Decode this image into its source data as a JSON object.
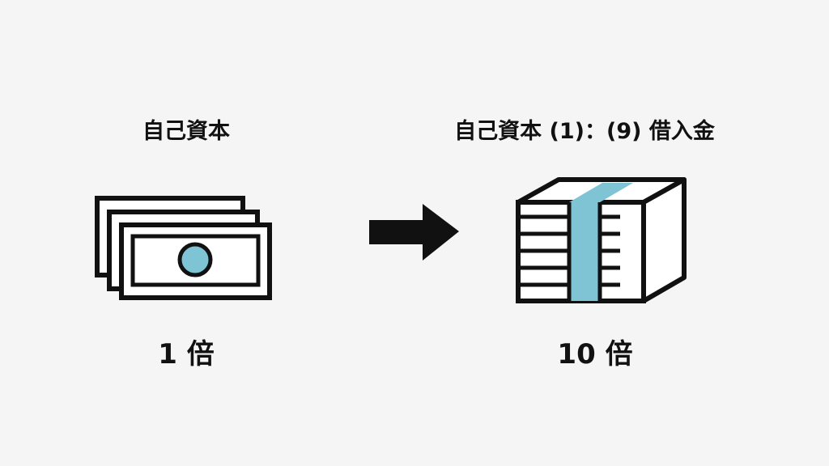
{
  "left": {
    "title": "自己資本",
    "multiplier": "1 倍"
  },
  "right": {
    "title": "自己資本 (1)：(9) 借入金",
    "multiplier": "10 倍"
  },
  "colors": {
    "background": "#f5f5f5",
    "outline": "#111111",
    "accent": "#7fc4d4",
    "paper": "#ffffff"
  },
  "icons": {
    "left": "banknote-stack-icon",
    "middle": "arrow-right-icon",
    "right": "banded-money-bundle-icon"
  }
}
